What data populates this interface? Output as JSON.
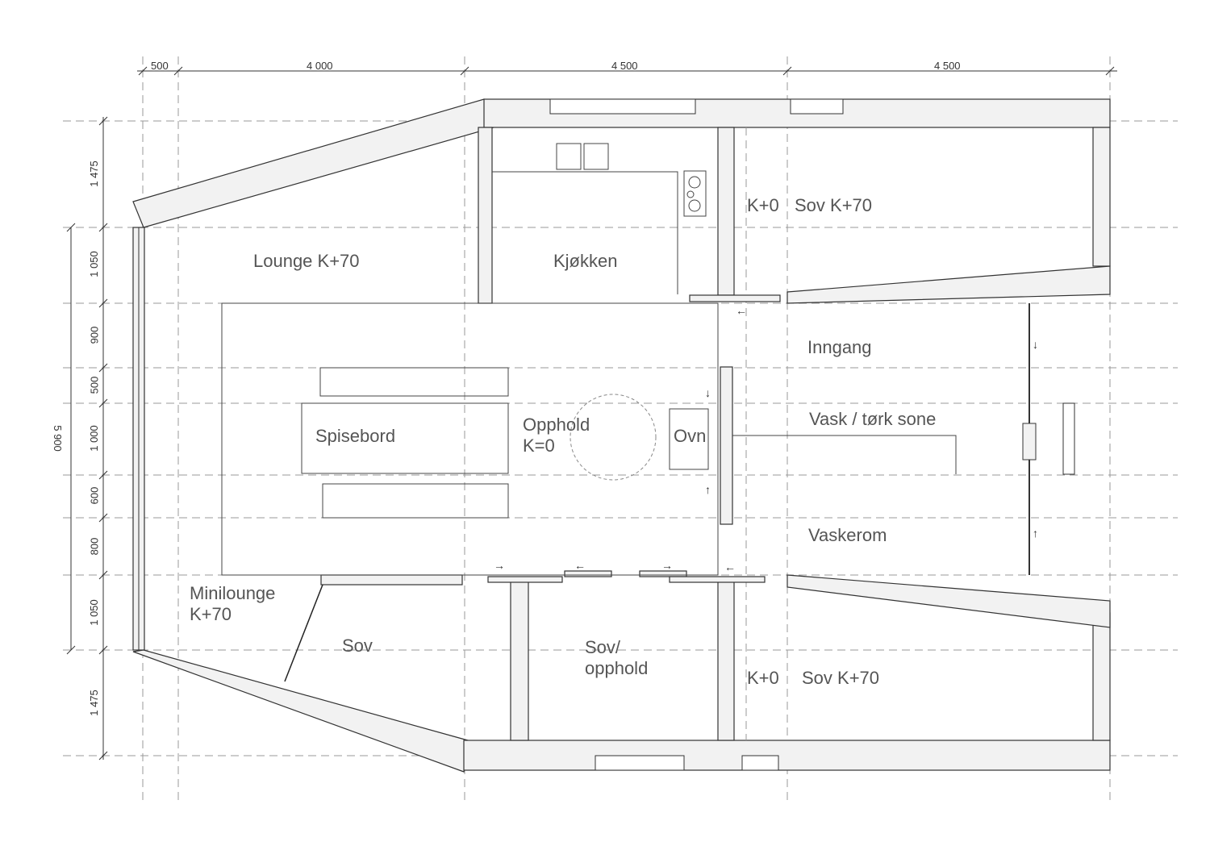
{
  "dimensions": {
    "horizontal": [
      "500",
      "4 000",
      "4 500",
      "4 500"
    ],
    "vertical": [
      "1 475",
      "1 050",
      "900",
      "500",
      "1 000",
      "600",
      "800",
      "1 050",
      "1 475"
    ],
    "vertical_total": "5 900"
  },
  "rooms": {
    "lounge": "Lounge K+70",
    "kitchen": "Kjøkken",
    "k0_top": "K+0",
    "sov_top": "Sov K+70",
    "inngang": "Inngang",
    "spisebord": "Spisebord",
    "opphold": "Opphold\nK=0",
    "ovn": "Ovn",
    "vask": "Vask / tørk sone",
    "vaskerom": "Vaskerom",
    "minilounge": "Minilounge\nK+70",
    "sov": "Sov",
    "sov_opphold": "Sov/\nopphold",
    "k0_bottom": "K+0",
    "sov_bottom": "Sov K+70"
  }
}
